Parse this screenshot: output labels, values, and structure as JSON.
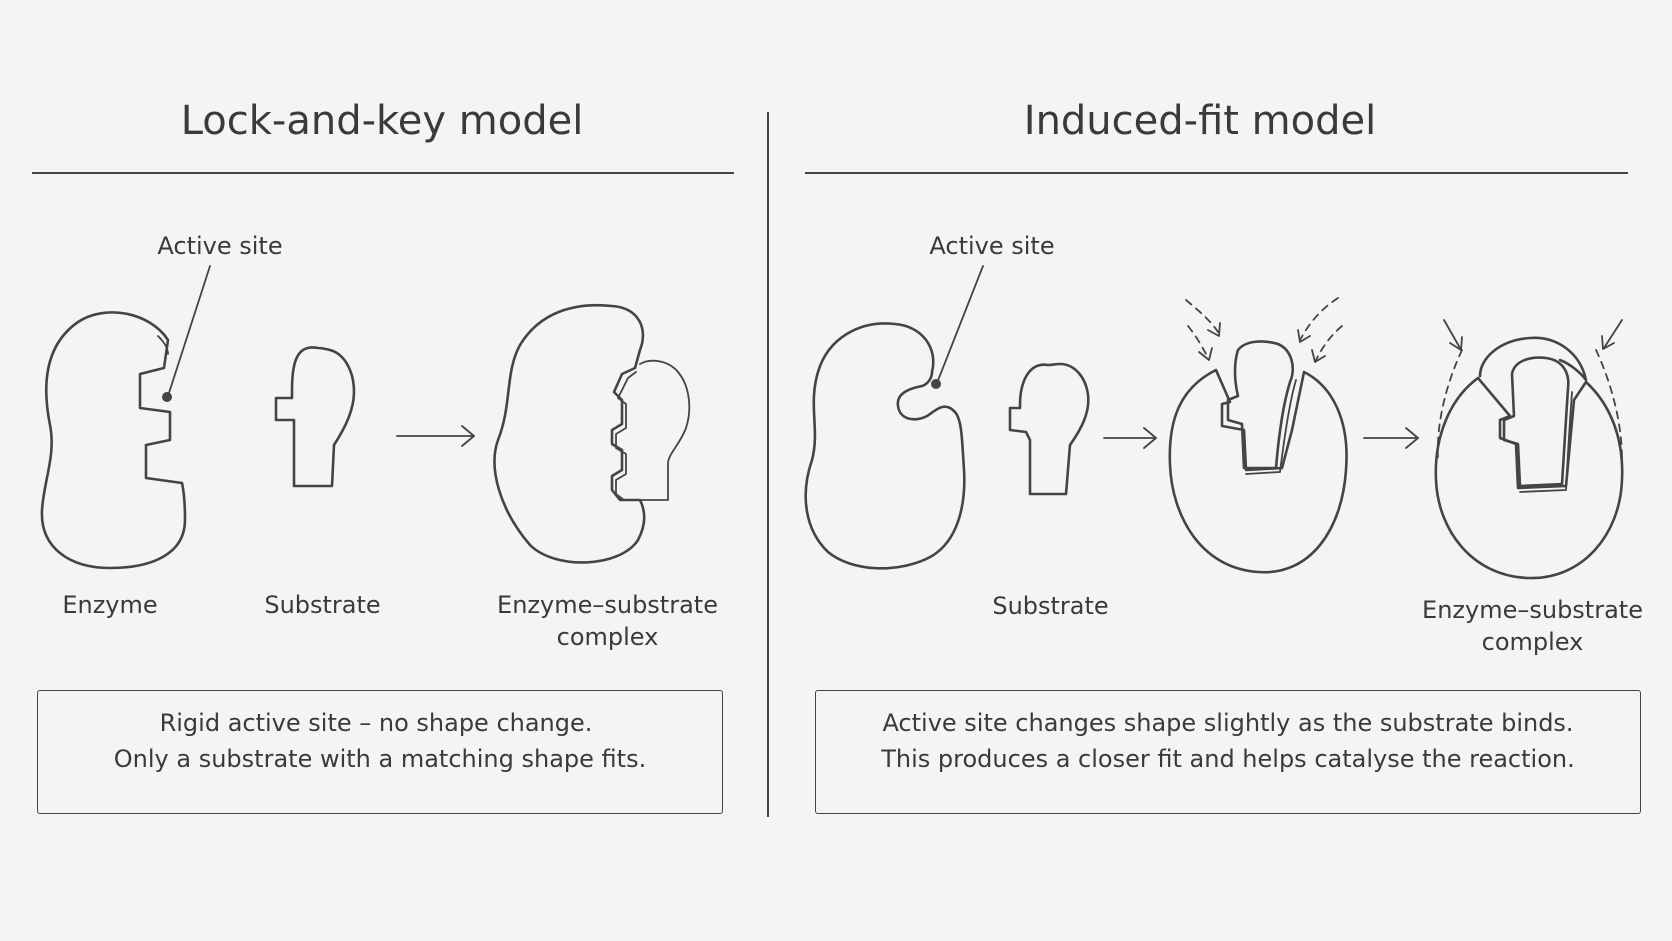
{
  "left": {
    "title": "Lock-and-key model",
    "active_site_label": "Active site",
    "enzyme_label": "Enzyme",
    "substrate_label": "Substrate",
    "complex_label_line1": "Enzyme–substrate",
    "complex_label_line2": "complex",
    "note_line1": "Rigid active site – no shape change.",
    "note_line2": "Only a substrate with a matching shape fits."
  },
  "right": {
    "title": "Induced-fit model",
    "active_site_label": "Active site",
    "substrate_label": "Substrate",
    "complex_label_line1": "Enzyme–substrate",
    "complex_label_line2": "complex",
    "note_line1": "Active site changes shape slightly as the substrate binds.",
    "note_line2": "This produces a closer fit and helps catalyse the reaction."
  },
  "colors": {
    "line": "#444444",
    "background": "#f4f4f4",
    "text": "#3a3a3a"
  }
}
